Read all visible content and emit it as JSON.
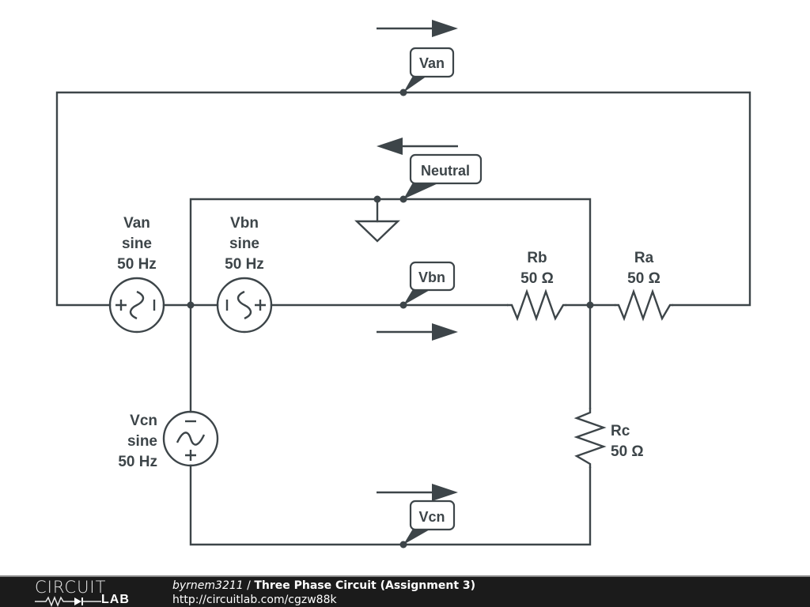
{
  "circuit": {
    "title": "Three Phase Circuit (Assignment 3)",
    "sources": [
      {
        "id": "Van",
        "name": "Van",
        "type": "sine",
        "frequency": "50 Hz"
      },
      {
        "id": "Vbn",
        "name": "Vbn",
        "type": "sine",
        "frequency": "50 Hz"
      },
      {
        "id": "Vcn",
        "name": "Vcn",
        "type": "sine",
        "frequency": "50 Hz"
      }
    ],
    "resistors": [
      {
        "id": "Ra",
        "name": "Ra",
        "value": "50 Ω"
      },
      {
        "id": "Rb",
        "name": "Rb",
        "value": "50 Ω"
      },
      {
        "id": "Rc",
        "name": "Rc",
        "value": "50 Ω"
      }
    ],
    "net_labels": {
      "van": "Van",
      "neutral": "Neutral",
      "vbn": "Vbn",
      "vcn": "Vcn"
    },
    "current_arrows": [
      {
        "net": "Van",
        "direction": "right"
      },
      {
        "net": "Neutral",
        "direction": "left"
      },
      {
        "net": "Vbn",
        "direction": "right"
      },
      {
        "net": "Vcn",
        "direction": "right"
      }
    ],
    "ground_symbol": "ground-icon"
  },
  "footer": {
    "logo_top": "CIRCUIT",
    "logo_bottom": "LAB",
    "author": "byrnem3211",
    "separator": " / ",
    "title": "Three Phase Circuit (Assignment 3)",
    "url": "http://circuitlab.com/cgzw88k"
  },
  "colors": {
    "ink": "#3d4549",
    "footer_bg": "#1b1b1b",
    "footer_text": "#ffffff"
  }
}
